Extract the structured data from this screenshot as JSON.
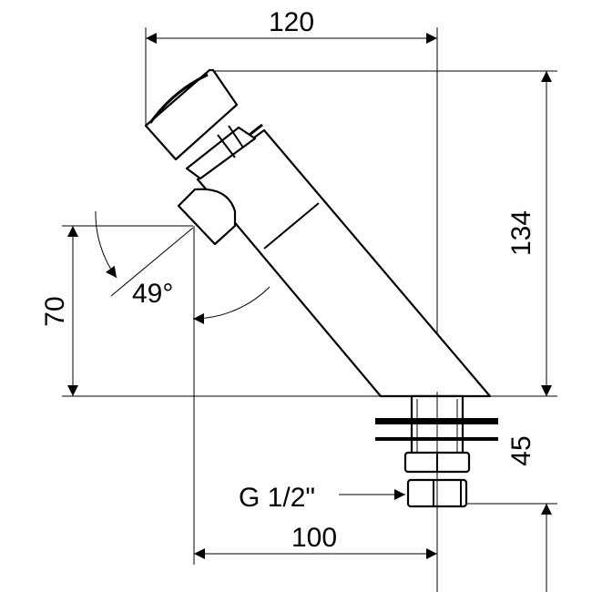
{
  "dimensions": {
    "width_top": "120",
    "height_total": "134",
    "spout_height": "70",
    "angle": "49°",
    "shank_length": "45",
    "spout_reach": "100",
    "thread": "G 1/2\""
  },
  "colors": {
    "line": "#000000",
    "background": "#ffffff"
  }
}
